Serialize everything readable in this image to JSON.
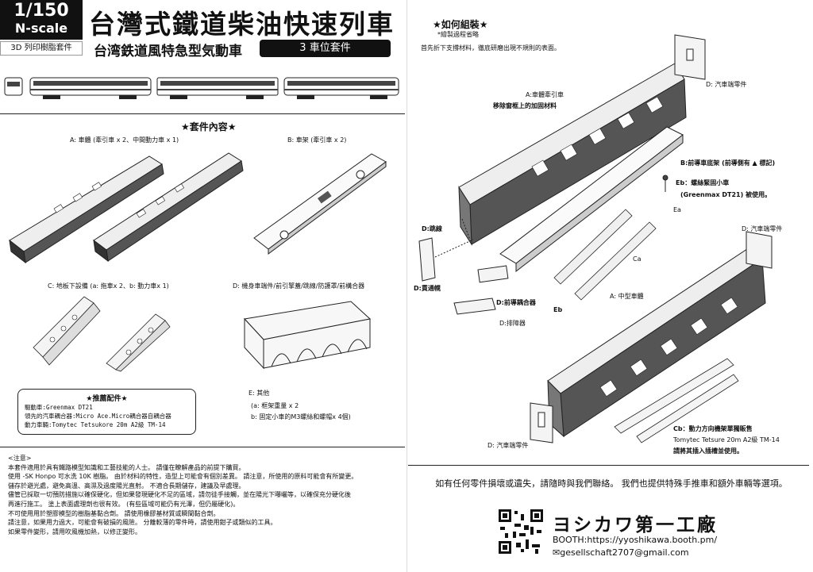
{
  "header": {
    "scale": "1/150",
    "gauge": "N-scale",
    "kit_type": "3D 列印樹脂套件",
    "title": "台灣式鐵道柴油快速列車",
    "subtitle": "台湾鉄道風特急型気動車",
    "kit_badge": "3 車位套件"
  },
  "contents": {
    "title": "★套件內容★",
    "parts": [
      "A: 車體 (牽引車 x 2、中間動力車 x 1)",
      "B: 車架 (牽引車 x 2)",
      "C: 地板下設備 (a: 拖車x 2、b: 動力車x 1)",
      "D: 機身車端件/前引擎蓋/跳線/防護罩/前構合器",
      "E: 其他",
      "(a: 框架重量 x 2",
      "b: 固定小車的M3螺絲和螺帽x 4個)"
    ]
  },
  "recommended": {
    "title": "★推薦配件★",
    "lines": [
      "驅動車:Greenmax DT21",
      "領先的汽車耦合器:Micro Ace.Micro耦合器自耦合器",
      "動力車輛:Tomytec Tetsukore 20m A2級 TM-14"
    ]
  },
  "notes": {
    "title": "<注意>",
    "lines": [
      "本套件適用於具有鐵路模型知識和工藝技能的人士。 請僅在瞭解產品的前提下購買。",
      "使用 -SK Honpo 可水洗 10K 樹脂。 由於材料的特性，造型上可能會有個別差異。 請注意，所使用的原料可能會有所變更。",
      "儲存於避光處，避免高溫、高濕及過度陽光直射。 不適合長期儲存，建議及早處理。",
      "儘管已採取一切預防措施以確保硬化，但如果發現硬化不足的區域，請勿徒手接觸，並在陽光下曝曬等，以確保充分硬化後",
      "再進行施工。 塗上表面處理劑也很有效。 (有些區域可能仍有光澤，但仍屬硬化)。",
      "不可使用用於塑膠模型的樹脂基黏合劑。 請使用橡膠基材質或瞬間黏合劑。",
      "請注意，如果用力過大，可能會有破損的風險。 分離較薄的零件時，請使用鉗子或類似的工具。",
      "如果零件變形，請用吹風機加熱，以修正變形。"
    ]
  },
  "assembly": {
    "title": "★如何組裝★",
    "note1": "*繪製過程省略",
    "note2": "首先折下支撐材料，徹底研磨出現不規則的表面。",
    "label_a1": "A:車體牽引車",
    "label_a1b": "移除窗框上的加固材料",
    "label_d1": "D: 汽車端零件",
    "label_b": "B:前導車底架 (前導側有 ▲ 標記)",
    "label_eb1": "Eb：螺絲緊固小車",
    "label_eb2": "(Greenmax DT21) 被使用。",
    "label_ea": "Ea",
    "label_ca": "Ca",
    "label_djump": "D:跳線",
    "label_dpass": "D:貫通幌",
    "label_dcoup": "D:前導耦合器",
    "label_eb": "Eb",
    "label_dplow": "D:排障器",
    "label_d2": "D: 汽車端零件",
    "label_a2": "A: 中型車體",
    "label_cb1": "Cb：動力方向機架單獨販售",
    "label_cb2": "Tomytec Tetsure 20m A2級 TM-14",
    "label_cb3": "請將其插入插槽並使用。",
    "label_d3": "D: 汽車端零件"
  },
  "footer": {
    "contact": "如有任何零件損壞或遺失，請隨時與我們聯絡。 我們也提供特殊手推車和額外車輛等選項。",
    "brand": "ヨシカワ第一工廠",
    "booth": "BOOTH:https://yyoshikawa.booth.pm/",
    "email": "✉gesellschaft2707@gmail.com"
  }
}
